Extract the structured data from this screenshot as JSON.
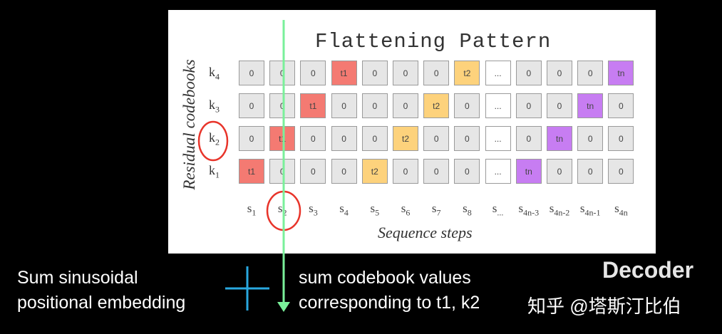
{
  "title": "Flattening Pattern",
  "y_axis_label": "Residual codebooks",
  "x_axis_label": "Sequence steps",
  "rows": [
    {
      "label": "k",
      "sub": "4",
      "cells": [
        "0",
        "0",
        "0",
        "t1",
        "0",
        "0",
        "0",
        "t2",
        "...",
        "0",
        "0",
        "0",
        "tn"
      ]
    },
    {
      "label": "k",
      "sub": "3",
      "cells": [
        "0",
        "0",
        "t1",
        "0",
        "0",
        "0",
        "t2",
        "0",
        "...",
        "0",
        "0",
        "tn",
        "0"
      ]
    },
    {
      "label": "k",
      "sub": "2",
      "cells": [
        "0",
        "t1",
        "0",
        "0",
        "0",
        "t2",
        "0",
        "0",
        "...",
        "0",
        "tn",
        "0",
        "0"
      ]
    },
    {
      "label": "k",
      "sub": "1",
      "cells": [
        "t1",
        "0",
        "0",
        "0",
        "t2",
        "0",
        "0",
        "0",
        "...",
        "tn",
        "0",
        "0",
        "0"
      ]
    }
  ],
  "columns": [
    "1",
    "2",
    "3",
    "4",
    "5",
    "6",
    "7",
    "8",
    "...",
    "4n-3",
    "4n-2",
    "4n-1",
    "4n"
  ],
  "colors": {
    "t1": "#f47a72",
    "t2": "#fdd27c",
    "tn": "#c77df2",
    "zero": "#e6e6e6",
    "ellipsis": "#ffffff",
    "highlight_line": "#7af09a",
    "plus": "#29a8e0",
    "annotation_circle": "#e8342a"
  },
  "bottom": {
    "left_line1": "Sum sinusoidal",
    "left_line2": "positional embedding",
    "right_line1": "sum codebook values",
    "right_line2": "corresponding to t1, k2",
    "decoder": "Decoder",
    "watermark": "知乎 @塔斯汀比伯"
  }
}
